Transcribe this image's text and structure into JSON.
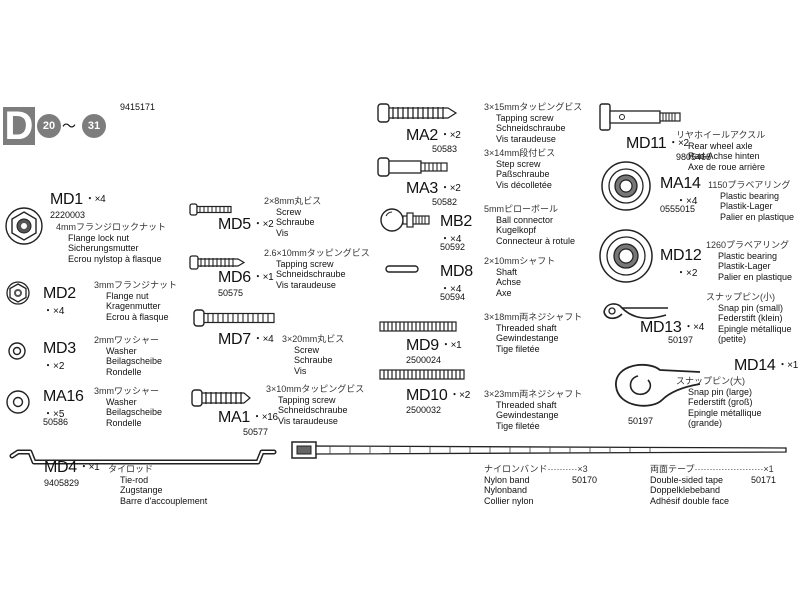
{
  "header": {
    "step_letter": "D",
    "step_from": "20",
    "tilde": "〜",
    "step_to": "31",
    "kit_number": "9415171"
  },
  "parts": {
    "md1": {
      "code": "MD1",
      "qty": "・×4",
      "number": "2220003",
      "jp": "4mmフランジロックナット",
      "lines": [
        "Flange lock nut",
        "Sicherungsmutter",
        "Ecrou nylstop à flasque"
      ]
    },
    "md2": {
      "code": "MD2",
      "qty": "・×4",
      "number": "",
      "jp": "3mmフランジナット",
      "lines": [
        "Flange nut",
        "Kragenmutter",
        "Ecrou à flasque"
      ]
    },
    "md3": {
      "code": "MD3",
      "qty": "・×2",
      "number": "",
      "jp": "2mmワッシャー",
      "lines": [
        "Washer",
        "Beilagscheibe",
        "Rondelle"
      ]
    },
    "ma16": {
      "code": "MA16",
      "qty": "・×5",
      "number": "50586",
      "jp": "3mmワッシャー",
      "lines": [
        "Washer",
        "Beilagscheibe",
        "Rondelle"
      ]
    },
    "md4": {
      "code": "MD4",
      "qty": "・×1",
      "number": "9405829",
      "jp": "タイロッド",
      "lines": [
        "Tie-rod",
        "Zugstange",
        "Barre d'accouplement"
      ]
    },
    "md5": {
      "code": "MD5",
      "qty": "・×2",
      "number": "",
      "jp": "2×8mm丸ビス",
      "lines": [
        "Screw",
        "Schraube",
        "Vis"
      ]
    },
    "md6": {
      "code": "MD6",
      "qty": "・×1",
      "number": "50575",
      "jp": "2.6×10mmタッピングビス",
      "lines": [
        "Tapping screw",
        "Schneidschraube",
        "Vis taraudeuse"
      ]
    },
    "md7": {
      "code": "MD7",
      "qty": "・×4",
      "number": "",
      "jp": "3×20mm丸ビス",
      "lines": [
        "Screw",
        "Schraube",
        "Vis"
      ]
    },
    "ma1": {
      "code": "MA1",
      "qty": "・×16",
      "number": "50577",
      "jp": "3×10mmタッピングビス",
      "lines": [
        "Tapping screw",
        "Schneidschraube",
        "Vis taraudeuse"
      ]
    },
    "ma2": {
      "code": "MA2",
      "qty": "・×2",
      "number": "50583",
      "jp": "3×15mmタッピングビス",
      "lines": [
        "Tapping screw",
        "Schneidschraube",
        "Vis taraudeuse"
      ]
    },
    "ma3": {
      "code": "MA3",
      "qty": "・×2",
      "number": "50582",
      "jp": "3×14mm段付ビス",
      "lines": [
        "Step screw",
        "Paßschraube",
        "Vis décolletée"
      ]
    },
    "mb2": {
      "code": "MB2",
      "qty": "・×4",
      "number": "50592",
      "jp": "5mmピローボール",
      "lines": [
        "Ball connector",
        "Kugelkopf",
        "Connecteur à rotule"
      ]
    },
    "md8": {
      "code": "MD8",
      "qty": "・×4",
      "number": "50594",
      "jp": "2×10mmシャフト",
      "lines": [
        "Shaft",
        "Achse",
        "Axe"
      ]
    },
    "md9": {
      "code": "MD9",
      "qty": "・×1",
      "number": "2500024",
      "jp": "3×18mm両ネジシャフト",
      "lines": [
        "Threaded shaft",
        "Gewindestange",
        "Tige filetée"
      ]
    },
    "md10": {
      "code": "MD10",
      "qty": "・×2",
      "number": "2500032",
      "jp": "3×23mm両ネジシャフト",
      "lines": [
        "Threaded shaft",
        "Gewindestange",
        "Tige filetée"
      ]
    },
    "md11": {
      "code": "MD11",
      "qty": "・×2",
      "number": "9805468",
      "jp": "リヤホイールアクスル",
      "lines": [
        "Rear wheel axle",
        "Rad-Achse hinten",
        "Axe de roue arrière"
      ]
    },
    "ma14": {
      "code": "MA14",
      "qty": "・×4",
      "number": "0555015",
      "jp": "1150プラベアリング",
      "lines": [
        "Plastic bearing",
        "Plastik-Lager",
        "Palier en plastique"
      ]
    },
    "md12": {
      "code": "MD12",
      "qty": "・×2",
      "number": "",
      "jp": "1260プラベアリング",
      "lines": [
        "Plastic bearing",
        "Plastik-Lager",
        "Palier en plastique"
      ]
    },
    "md13": {
      "code": "MD13",
      "qty": "・×4",
      "number": "50197",
      "jp": "スナップピン(小)",
      "lines": [
        "Snap pin (small)",
        "Federstift (klein)",
        "Epingle métallique",
        "(petite)"
      ]
    },
    "md14": {
      "code": "MD14",
      "qty": "・×1",
      "number": "50197",
      "jp": "スナップピン(大)",
      "lines": [
        "Snap pin (large)",
        "Federstift (groß)",
        "Epingle métallique",
        "(grande)"
      ]
    },
    "nylon_band": {
      "jp": "ナイロンバンド··········×3",
      "number": "50170",
      "lines": [
        "Nylon band",
        "Nylonband",
        "Collier nylon"
      ]
    },
    "tape": {
      "jp": "両面テープ·······················×1",
      "number": "50171",
      "lines": [
        "Double-sided tape",
        "Doppelklebeband",
        "Adhésif double face"
      ]
    }
  }
}
